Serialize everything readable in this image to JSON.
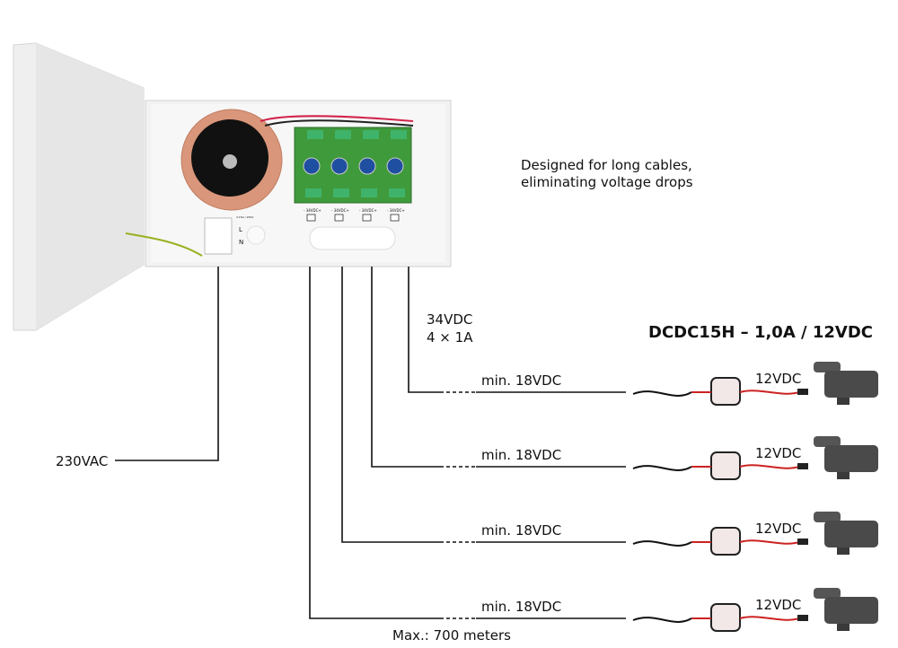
{
  "description_note": "Designed for long cables,",
  "description_note_2": "eliminating voltage drops",
  "mains_label": "230VAC",
  "psu_output": {
    "voltage": "34VDC",
    "channels": "4 × 1A"
  },
  "converter_title": "DCDC15H – 1,0A / 12VDC",
  "max_distance": "Max.: 700 meters",
  "psu": {
    "terminal_labels": [
      "L",
      "N"
    ],
    "output_labels": [
      "- 34VDC+",
      "- 34VDC+",
      "- 34VDC+",
      "- 34VDC+"
    ],
    "fuse_label": "3.15A / 250V"
  },
  "channels": [
    {
      "line_label": "min. 18VDC",
      "camera_label": "12VDC"
    },
    {
      "line_label": "min. 18VDC",
      "camera_label": "12VDC"
    },
    {
      "line_label": "min. 18VDC",
      "camera_label": "12VDC"
    },
    {
      "line_label": "min. 18VDC",
      "camera_label": "12VDC"
    }
  ],
  "colors": {
    "line": "#111111",
    "enclosure": "#ececec",
    "pcb": "#3f9a3c",
    "camera": "#4a4a4a",
    "transformer": "#d9967a"
  }
}
